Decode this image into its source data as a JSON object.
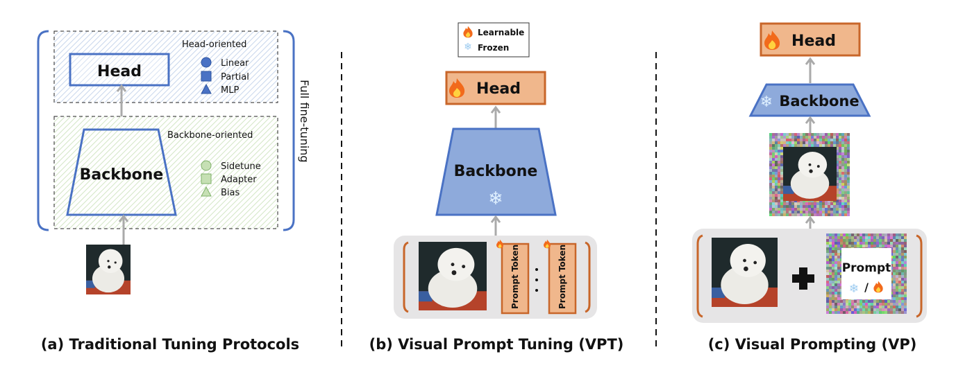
{
  "legend": {
    "learnable": "Learnable",
    "frozen": "Frozen",
    "learnable_icon": "fire-icon",
    "frozen_icon": "snowflake-icon"
  },
  "panel_a": {
    "caption": "(a) Traditional Tuning Protocols",
    "head": "Head",
    "backbone": "Backbone",
    "head_group": "Head-oriented",
    "head_methods": [
      "Linear",
      "Partial",
      "MLP"
    ],
    "backbone_group": "Backbone-oriented",
    "backbone_methods": [
      "Sidetune",
      "Adapter",
      "Bias"
    ],
    "full": "Full fine-tuning"
  },
  "panel_b": {
    "caption": "(b) Visual Prompt Tuning (VPT)",
    "head": "Head",
    "backbone": "Backbone",
    "token": "Prompt Token"
  },
  "panel_c": {
    "caption": "(c) Visual Prompting (VP)",
    "head": "Head",
    "backbone": "Backbone",
    "prompt": "Prompt",
    "prompt_sep": "/"
  },
  "colors": {
    "blue": "#4a72c4",
    "blue_fill": "#8eaadb",
    "orange_fill": "#f0b78c",
    "orange_stroke": "#c8662a",
    "green": "#7fb069",
    "arrow": "#aaaaaa"
  }
}
